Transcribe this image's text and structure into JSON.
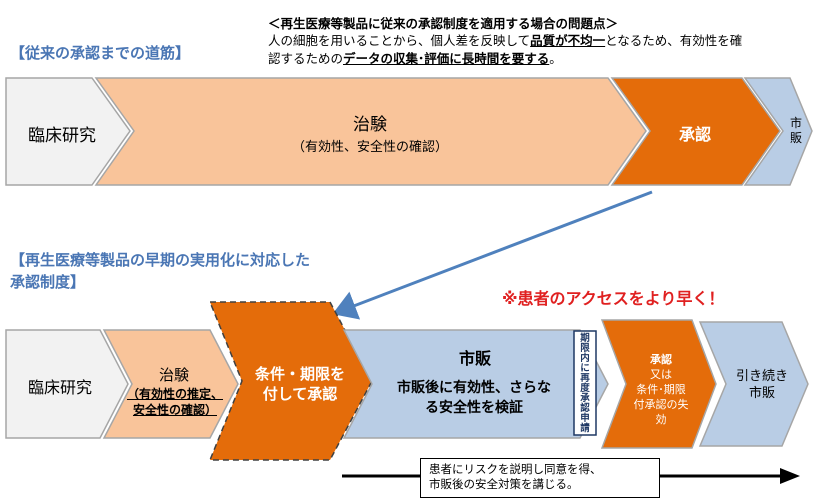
{
  "note": {
    "title": "＜再生医療等製品に従来の承認制度を適用する場合の問題点＞",
    "line1_a": "人の細胞を用いることから、個人差を反映して",
    "line1_u": "品質が不均一",
    "line1_b": "となるため、有効性を確",
    "line2_a": "認するための",
    "line2_u": "データの収集･評価に長時間を要する",
    "line2_b": "。"
  },
  "conventional": {
    "heading": "【従来の承認までの道筋】",
    "clinical_research": "臨床研究",
    "trial": "治験",
    "trial_sub": "（有効性、安全性の確認）",
    "approval": "承認",
    "market": [
      "市",
      "販"
    ]
  },
  "new_system": {
    "heading_line1": "【再生医療等製品の早期の実用化に対応した",
    "heading_line2": "承認制度】",
    "callout": "※患者のアクセスをより早く！",
    "clinical_research": "臨床研究",
    "trial": "治験",
    "trial_sub1": "（有効性の推定、",
    "trial_sub2": "安全性の確認）",
    "conditional_line1": "条件・期限を",
    "conditional_line2": "付して承認",
    "market": "市販",
    "market_sub1": "市販後に有効性、さらな",
    "market_sub2": "る安全性を検証",
    "reapply": [
      "期",
      "限",
      "内",
      "に",
      "再",
      "度",
      "承",
      "認",
      "申",
      "請"
    ],
    "approval_head": "承認",
    "approval_or": "又は",
    "approval_sub1": "条件･期限",
    "approval_sub2": "付承認の失",
    "approval_sub3": "効",
    "continue_line1": "引き続き",
    "continue_line2": "市販",
    "risk_note_line1": "患者にリスクを説明し同意を得、",
    "risk_note_line2": "市販後の安全対策を講じる。"
  },
  "colors": {
    "peach": "#f9c49a",
    "orange": "#e46c0a",
    "blue": "#b9cde5",
    "heading_blue": "#4a76b4",
    "callout_red": "#e02020",
    "arrow_blue": "#4f81bd"
  }
}
